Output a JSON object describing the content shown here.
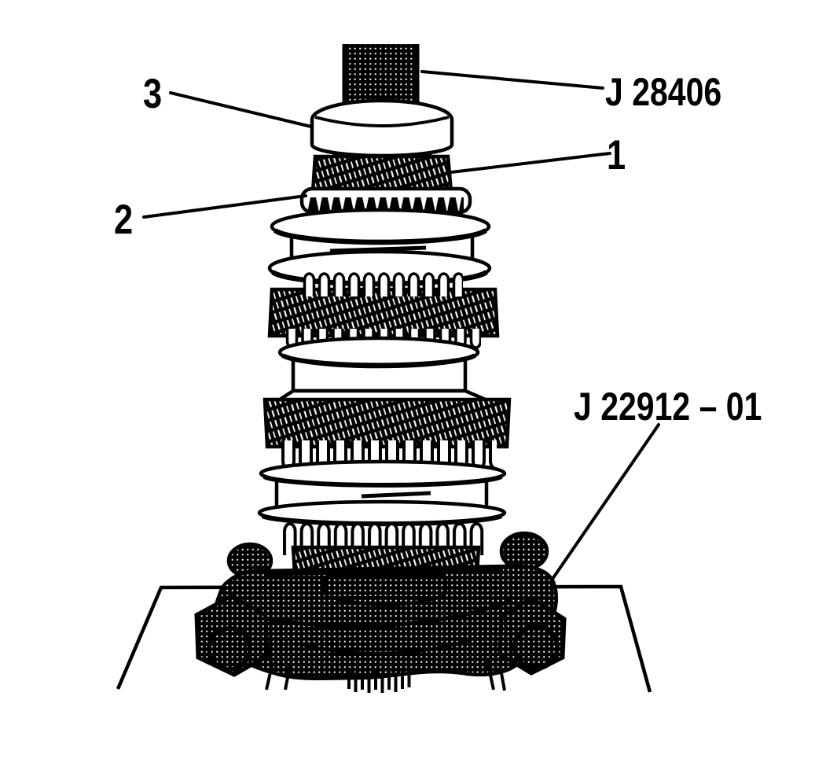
{
  "figure": {
    "colors": {
      "ink": "#000000",
      "paper": "#ffffff"
    },
    "callouts": {
      "part_1": "1",
      "part_2": "2",
      "part_3": "3",
      "tool_driver": "J 28406",
      "tool_press_plate": "J 22912 – 01"
    }
  }
}
